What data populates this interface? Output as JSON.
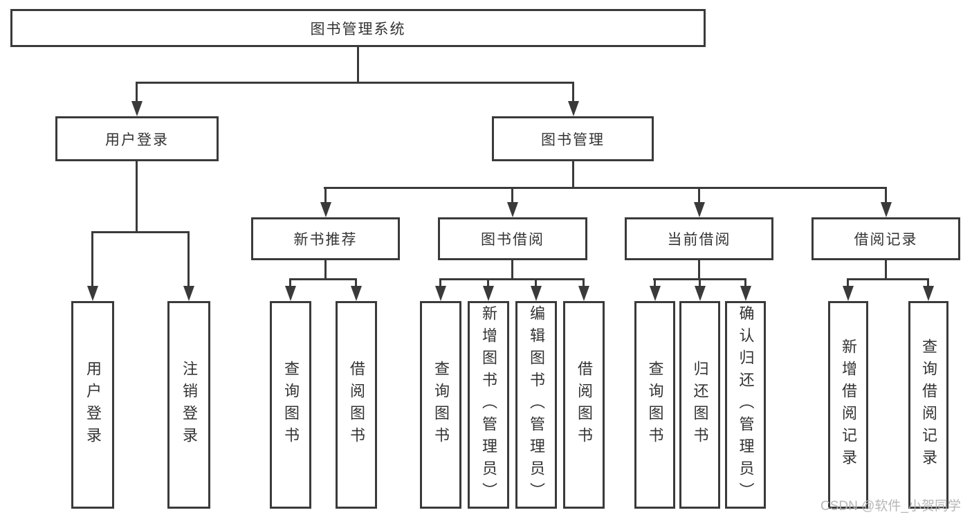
{
  "diagram": {
    "title": "图书管理系统",
    "branches": [
      {
        "label": "用户登录",
        "children": [
          "用户登录",
          "注销登录"
        ]
      },
      {
        "label": "图书管理",
        "children": [
          {
            "label": "新书推荐",
            "children": [
              "查询图书",
              "借阅图书"
            ]
          },
          {
            "label": "图书借阅",
            "children": [
              "查询图书",
              "新增图书（管理员）",
              "编辑图书（管理员）",
              "借阅图书"
            ]
          },
          {
            "label": "当前借阅",
            "children": [
              "查询图书",
              "归还图书",
              "确认归还（管理员）"
            ]
          },
          {
            "label": "借阅记录",
            "children": [
              "新增借阅记录",
              "查询借阅记录"
            ]
          }
        ]
      }
    ]
  },
  "watermark": {
    "text": "CSDN @软件_小贺同学"
  },
  "colors": {
    "line": "#3a3a3a",
    "text": "#333333",
    "box_background": "#ffffff",
    "watermark": "#b3b3b3"
  }
}
